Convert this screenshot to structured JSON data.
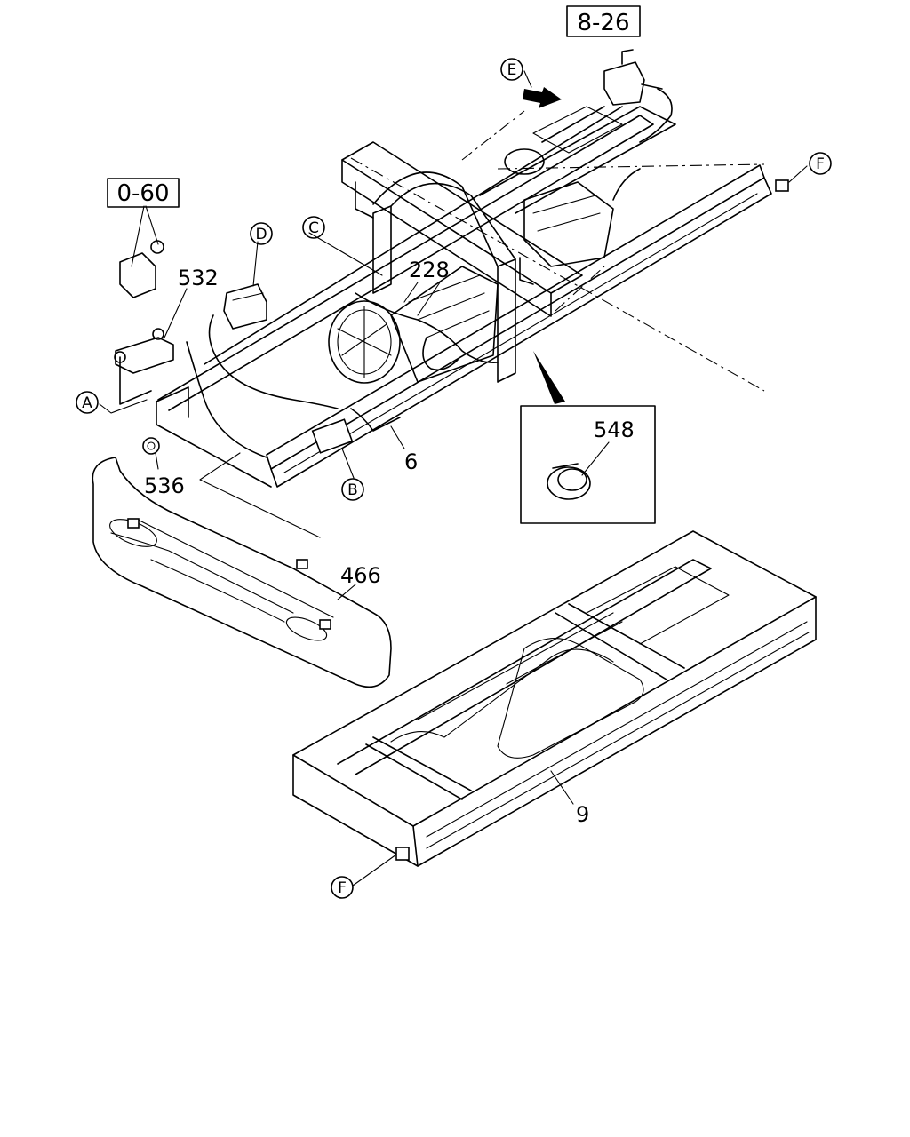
{
  "references": [
    {
      "id": "ref-8-26",
      "label": "8-26"
    },
    {
      "id": "ref-0-60",
      "label": "0-60"
    }
  ],
  "part_numbers": {
    "p532": "532",
    "p228": "228",
    "p548": "548",
    "p6": "6",
    "p536": "536",
    "p466": "466",
    "p9": "9"
  },
  "callouts": {
    "A": "A",
    "B": "B",
    "C": "C",
    "D": "D",
    "E": "E",
    "F_top": "F",
    "F_bottom": "F"
  }
}
